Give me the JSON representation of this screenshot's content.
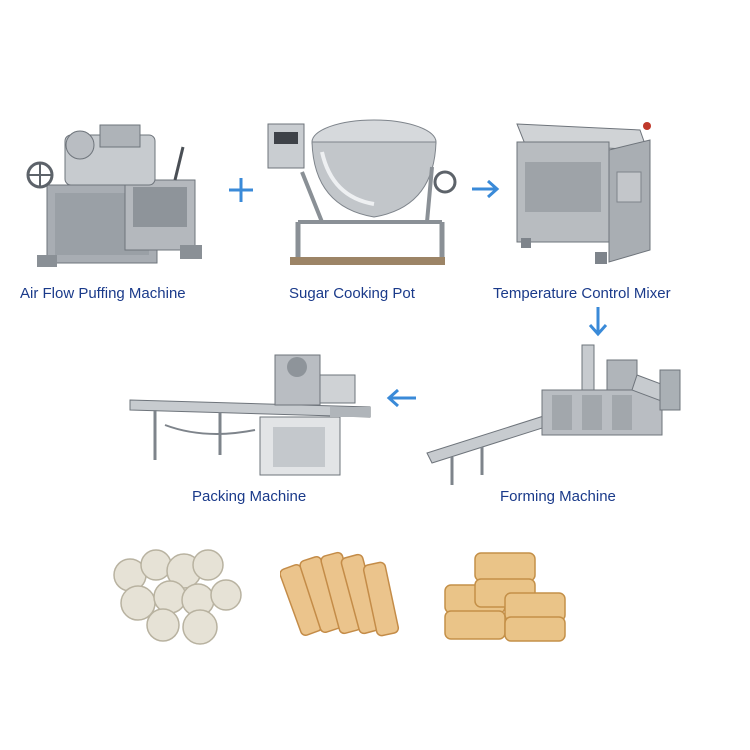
{
  "steps": [
    {
      "label": "Air Flow Puffing Machine"
    },
    {
      "label": "Sugar Cooking Pot"
    },
    {
      "label": "Temperature Control Mixer"
    },
    {
      "label": "Forming Machine"
    },
    {
      "label": "Packing Machine"
    }
  ],
  "connectors": {
    "plus": "plus-icon",
    "right": "arrow-right-icon",
    "down": "arrow-down-icon",
    "left": "arrow-left-icon"
  },
  "products": [
    {
      "name": "puffed-balls"
    },
    {
      "name": "rice-bar-sticks"
    },
    {
      "name": "rice-cake-stack"
    }
  ],
  "colors": {
    "caption": "#1a3a8a",
    "connector": "#3a8ad8",
    "steel": "#b9bdc2",
    "steel_dark": "#7e848b",
    "product": "#e3b47a"
  }
}
